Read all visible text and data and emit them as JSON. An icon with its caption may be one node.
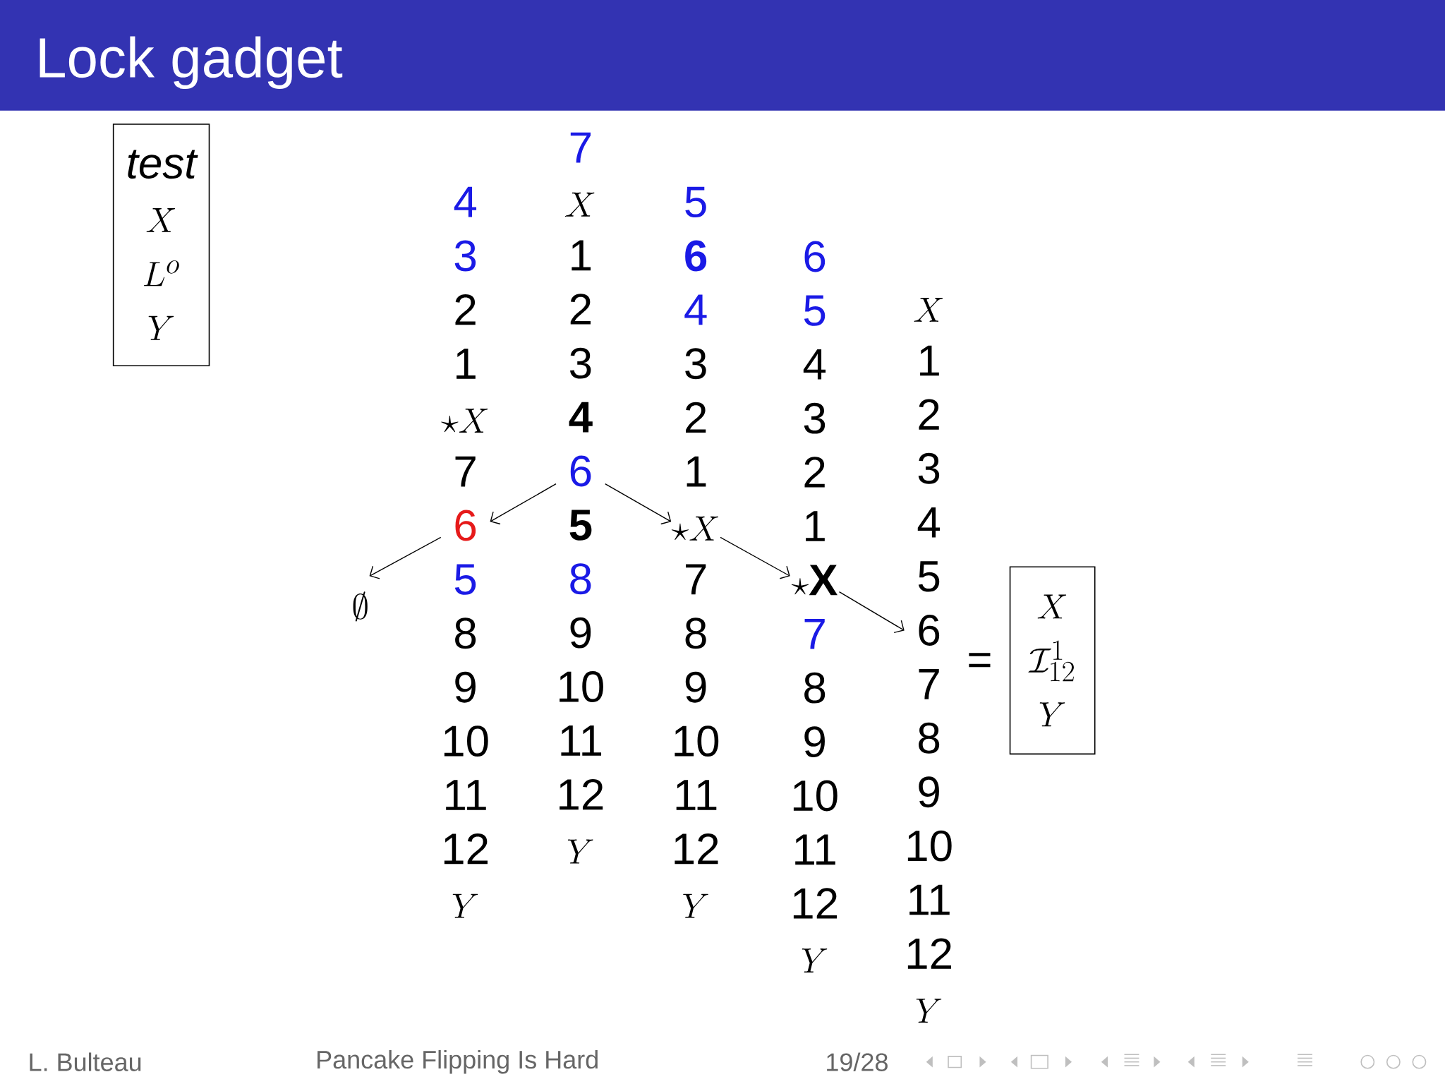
{
  "diagram": {
    "title": "Lock gadget",
    "nodes": [
      {
        "text": [
          "test",
          "X",
          "L^o",
          "Y"
        ]
      },
      {
        "text": [
          "\\emptyset"
        ]
      },
      {
        "text": [
          "4",
          "3",
          "2",
          "1",
          "\\star X",
          "7",
          "6",
          "5",
          "8",
          "9",
          "10",
          "11",
          "12",
          "Y"
        ]
      },
      {
        "text": [
          "7",
          "X",
          "1",
          "2",
          "3",
          "4",
          "6",
          "5",
          "8",
          "9",
          "10",
          "11",
          "12",
          "Y"
        ]
      },
      {
        "text": [
          "5",
          "6",
          "4",
          "3",
          "2",
          "1",
          "\\star X",
          "7",
          "8",
          "9",
          "10",
          "11",
          "12",
          "Y"
        ]
      },
      {
        "text": [
          "6",
          "5",
          "4",
          "3",
          "2",
          "1",
          "\\star\\mathbf{X}",
          "7",
          "8",
          "9",
          "10",
          "11",
          "12",
          "Y"
        ]
      },
      {
        "text": [
          "X",
          "1",
          "2",
          "3",
          "4",
          "5",
          "6",
          "7",
          "8",
          "9",
          "10",
          "11",
          "12",
          "Y"
        ]
      },
      {
        "text": [
          "X",
          "\\mathcal{I}^1_{12}",
          "Y"
        ]
      }
    ],
    "edges": [
      {
        "from": 3,
        "to": 2,
        "arrow": "to"
      },
      {
        "from": 2,
        "to": 1,
        "arrow": "to"
      },
      {
        "from": 3,
        "to": 4,
        "arrow": "to"
      },
      {
        "from": 4,
        "to": 5,
        "arrow": "to"
      },
      {
        "from": 5,
        "to": 6,
        "arrow": "to"
      }
    ],
    "labels": [
      "=",
      "L. Bulteau",
      "Pancake Flipping Is Hard",
      "19/28"
    ]
  }
}
